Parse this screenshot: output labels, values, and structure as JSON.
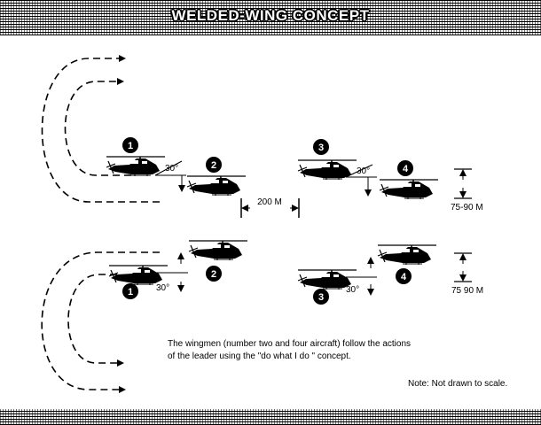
{
  "title": "WELDED-WING CONCEPT",
  "angle_label": "30°",
  "spacing_label": "200 M",
  "altitude_label_top": "75-90 M",
  "altitude_label_bottom": "75 90 M",
  "aircraft_numbers": {
    "one": "1",
    "two": "2",
    "three": "3",
    "four": "4"
  },
  "caption_line1": "The wingmen (number two and four aircraft) follow the actions",
  "caption_line2": "of the leader using the \"do what I do \" concept.",
  "note": "Note:  Not drawn to scale."
}
